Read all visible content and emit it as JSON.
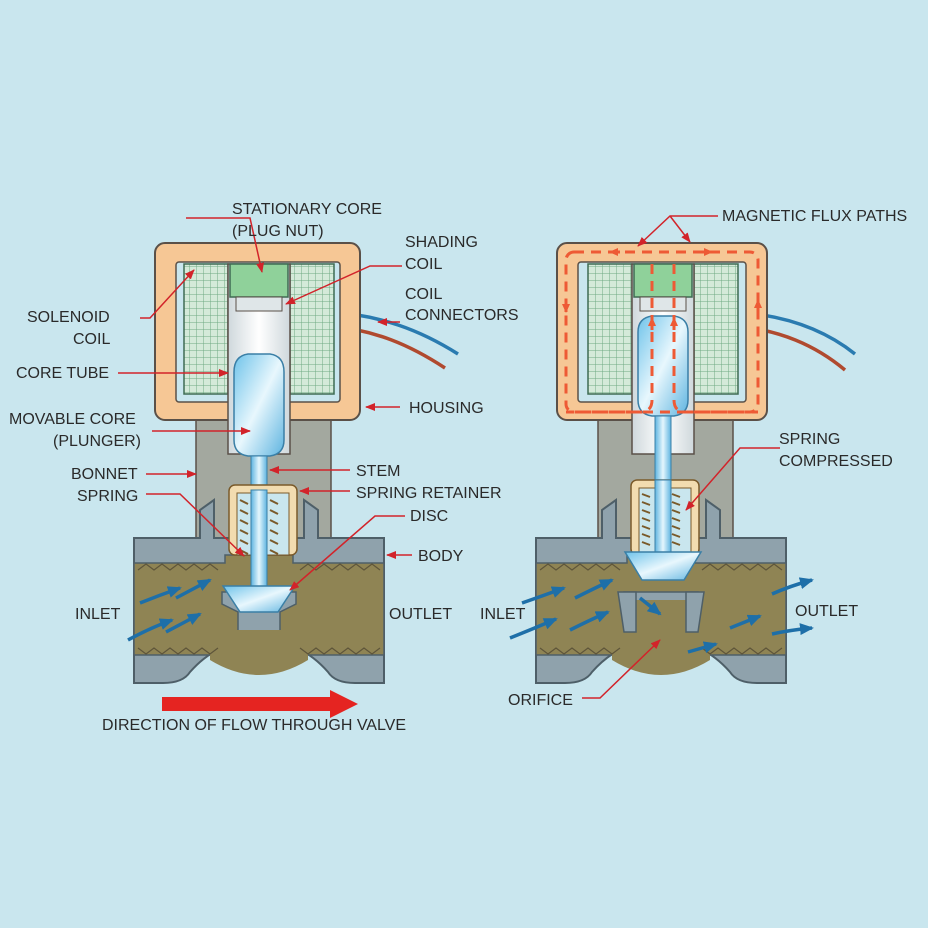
{
  "colors": {
    "background": "#c9e6ee",
    "housing": "#f6c795",
    "housing_stroke": "#5a5048",
    "coil": "#d4ead9",
    "coil_grid": "#6faa84",
    "body": "#8fa2ac",
    "body_stroke": "#4e5f68",
    "fluid": "#8f8454",
    "plunger": "#9ed8f0",
    "stationary_core": "#8fd19a",
    "retainer": "#f2dcb0",
    "leader": "#d2232a",
    "flow_arrow": "#1e6fa8",
    "flux": "#ee5a35",
    "wire_blue": "#2a7bb0",
    "wire_red": "#b04a2f",
    "direction_arrow": "#e52421"
  },
  "left_valve": {
    "state": "closed",
    "labels": {
      "stationary_core_1": "STATIONARY CORE",
      "stationary_core_2": "(PLUG NUT)",
      "shading_coil_1": "SHADING",
      "shading_coil_2": "COIL",
      "solenoid_coil_1": "SOLENOID",
      "solenoid_coil_2": "COIL",
      "coil_connectors_1": "COIL",
      "coil_connectors_2": "CONNECTORS",
      "core_tube": "CORE TUBE",
      "housing": "HOUSING",
      "movable_core_1": "MOVABLE CORE",
      "movable_core_2": "(PLUNGER)",
      "bonnet": "BONNET",
      "stem": "STEM",
      "spring": "SPRING",
      "spring_retainer": "SPRING RETAINER",
      "disc": "DISC",
      "body": "BODY",
      "inlet": "INLET",
      "outlet": "OUTLET"
    },
    "direction_text": "DIRECTION OF FLOW THROUGH VALVE"
  },
  "right_valve": {
    "state": "open",
    "labels": {
      "magnetic_flux": "MAGNETIC FLUX PATHS",
      "spring_compressed_1": "SPRING",
      "spring_compressed_2": "COMPRESSED",
      "inlet": "INLET",
      "outlet": "OUTLET",
      "orifice": "ORIFICE"
    }
  }
}
